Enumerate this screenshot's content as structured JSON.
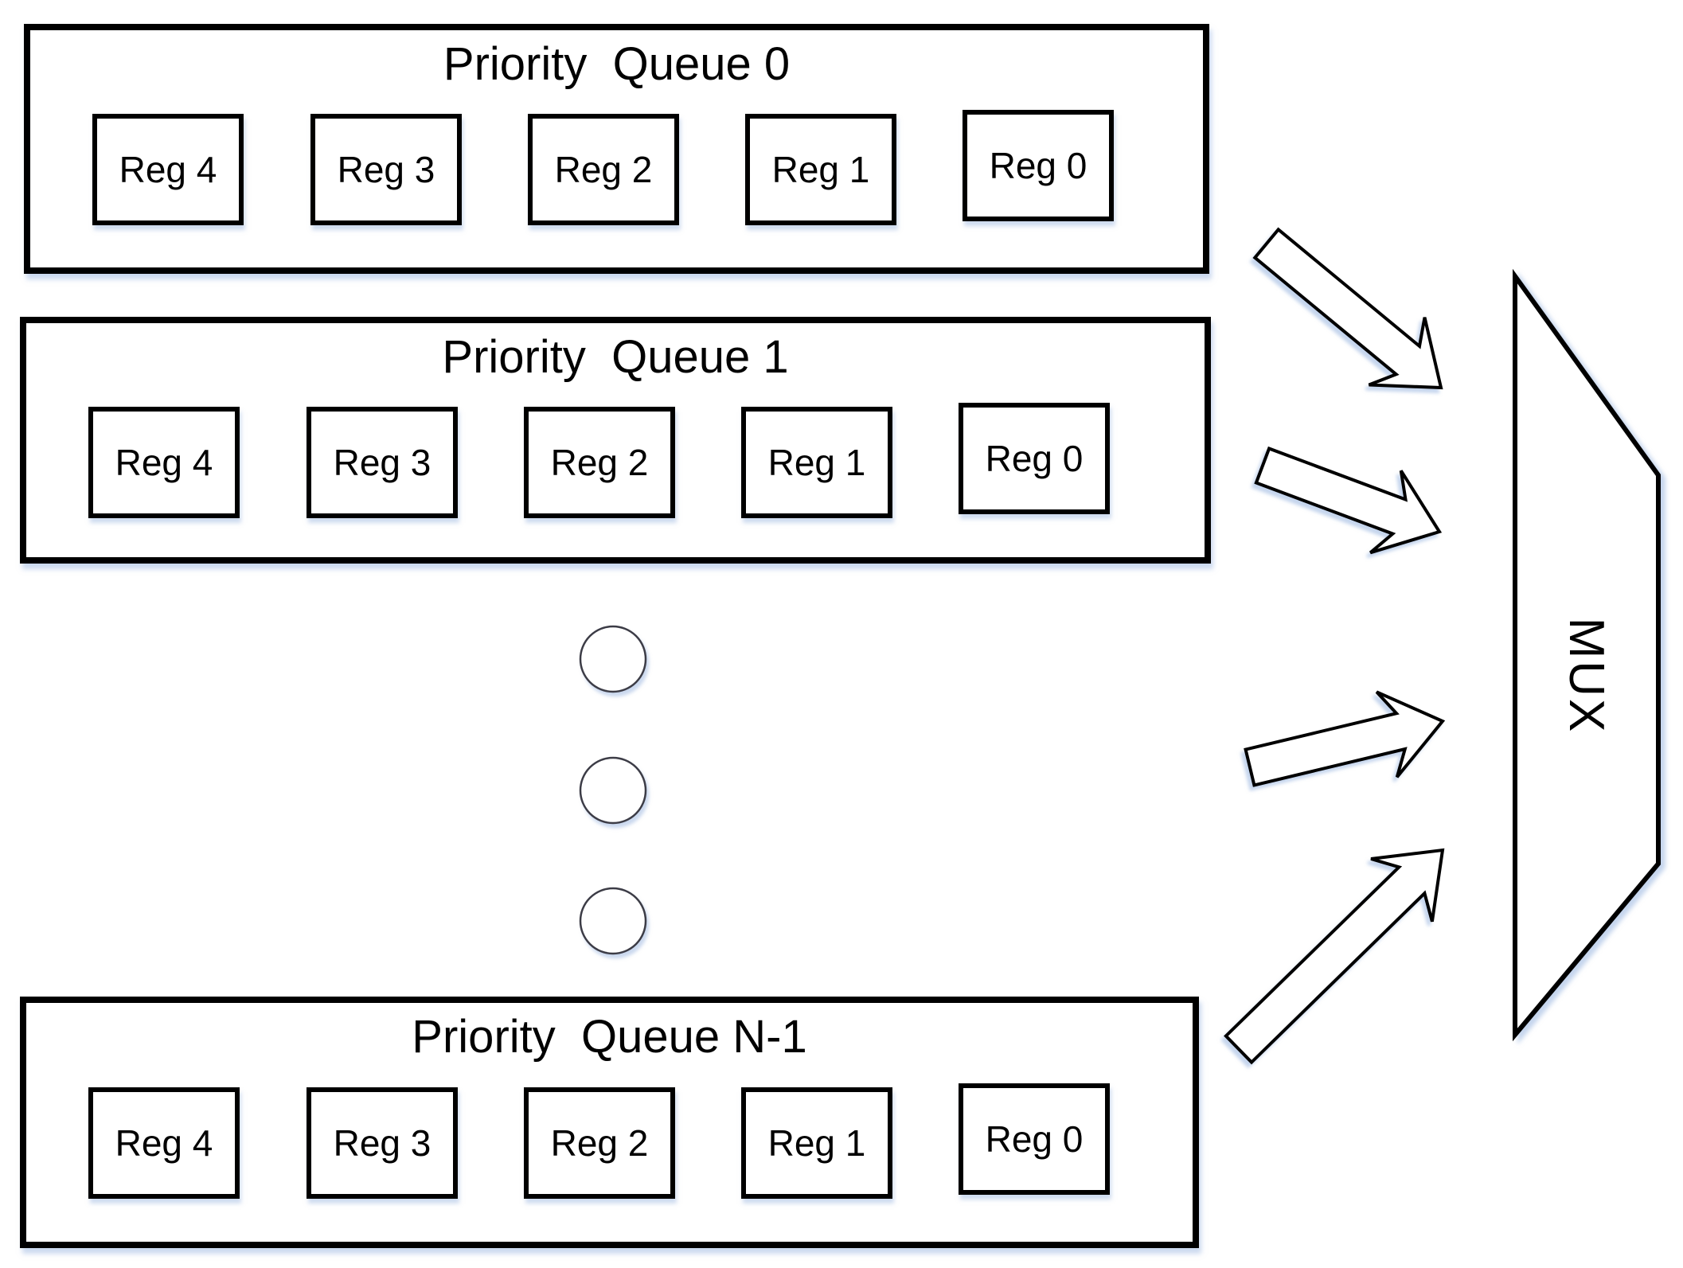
{
  "diagram": {
    "queues": [
      {
        "title": "Priority  Queue 0",
        "registers": [
          "Reg 4",
          "Reg 3",
          "Reg 2",
          "Reg 1",
          "Reg 0"
        ]
      },
      {
        "title": "Priority  Queue 1",
        "registers": [
          "Reg 4",
          "Reg 3",
          "Reg 2",
          "Reg 1",
          "Reg 0"
        ]
      },
      {
        "title": "Priority  Queue N-1",
        "registers": [
          "Reg 4",
          "Reg 3",
          "Reg 2",
          "Reg 1",
          "Reg 0"
        ]
      }
    ],
    "ellipsis": {
      "dot_count": 3
    },
    "arrows": {
      "count": 4
    },
    "mux": {
      "label": "MUX"
    },
    "colors": {
      "background": "#ffffff",
      "line": "#000000",
      "shadow": "rgba(150,178,222,0.55)"
    }
  }
}
